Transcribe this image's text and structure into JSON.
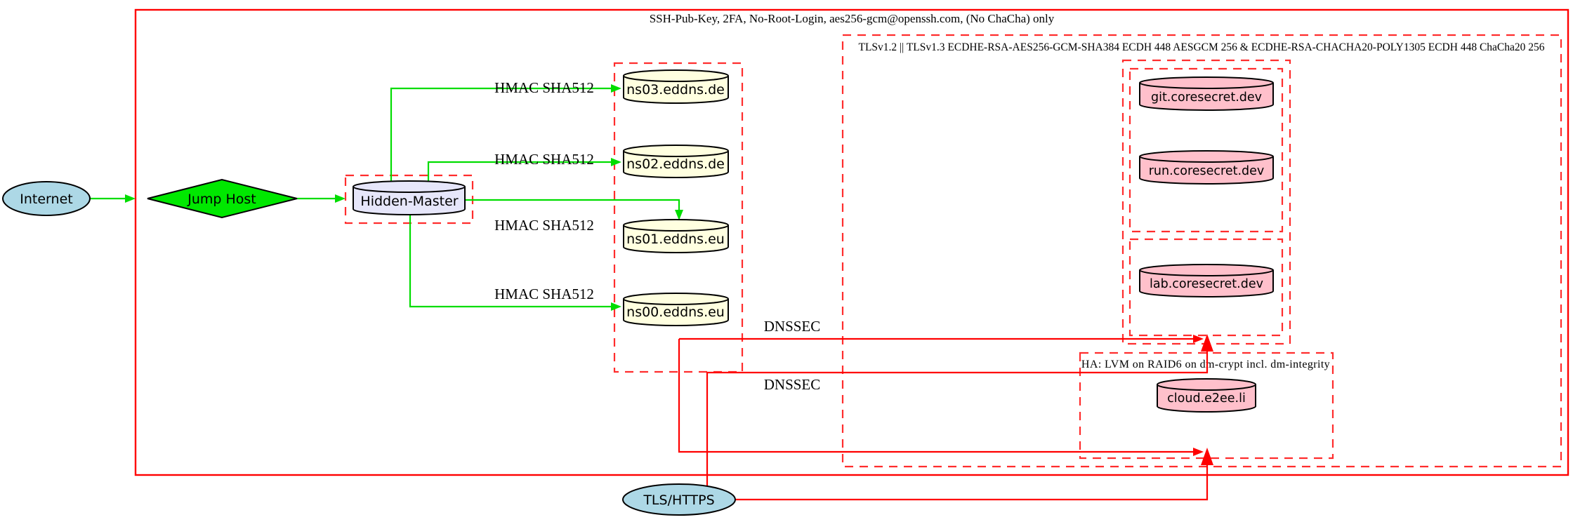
{
  "diagram": {
    "outer_box_label": "SSH-Pub-Key, 2FA, No-Root-Login, aes256-gcm@openssh.com, (No ChaCha) only",
    "clusters": {
      "tls": {
        "label": "TLSv1.2 || TLSv1.3 ECDHE-RSA-AES256-GCM-SHA384 ECDH 448 AESGCM 256 & ECDHE-RSA-CHACHA20-POLY1305 ECDH 448 ChaCha20 256"
      },
      "ha": {
        "label": "HA: LVM on RAID6 on dm-crypt incl. dm-integrity"
      }
    },
    "nodes": {
      "internet": {
        "label": "Internet",
        "shape": "ellipse"
      },
      "jump_host": {
        "label": "Jump Host",
        "shape": "diamond"
      },
      "hidden_master": {
        "label": "Hidden-Master",
        "shape": "cylinder"
      },
      "ns03": {
        "label": "ns03.eddns.de",
        "shape": "cylinder"
      },
      "ns02": {
        "label": "ns02.eddns.de",
        "shape": "cylinder"
      },
      "ns01": {
        "label": "ns01.eddns.eu",
        "shape": "cylinder"
      },
      "ns00": {
        "label": "ns00.eddns.eu",
        "shape": "cylinder"
      },
      "git": {
        "label": "git.coresecret.dev",
        "shape": "cylinder"
      },
      "run": {
        "label": "run.coresecret.dev",
        "shape": "cylinder"
      },
      "lab": {
        "label": "lab.coresecret.dev",
        "shape": "cylinder"
      },
      "cloud": {
        "label": "cloud.e2ee.li",
        "shape": "cylinder"
      },
      "tls_https": {
        "label": "TLS/HTTPS",
        "shape": "ellipse"
      }
    },
    "edge_labels": {
      "hmac": "HMAC SHA512",
      "dnssec": "DNSSEC"
    },
    "edges": [
      {
        "from": "Internet",
        "to": "Jump Host",
        "color": "green"
      },
      {
        "from": "Jump Host",
        "to": "Hidden-Master",
        "color": "green"
      },
      {
        "from": "Hidden-Master",
        "to": "ns03.eddns.de",
        "label": "HMAC SHA512",
        "color": "green"
      },
      {
        "from": "Hidden-Master",
        "to": "ns02.eddns.de",
        "label": "HMAC SHA512",
        "color": "green"
      },
      {
        "from": "Hidden-Master",
        "to": "ns01.eddns.eu",
        "label": "HMAC SHA512",
        "color": "green"
      },
      {
        "from": "Hidden-Master",
        "to": "ns00.eddns.eu",
        "label": "HMAC SHA512",
        "color": "green"
      },
      {
        "from": "nameserver-cluster",
        "to": "coresecret-cluster",
        "label": "DNSSEC",
        "color": "red"
      },
      {
        "from": "nameserver-cluster",
        "to": "ha-cluster",
        "label": "DNSSEC",
        "color": "red"
      },
      {
        "from": "TLS/HTTPS",
        "to": "coresecret-cluster",
        "color": "red"
      },
      {
        "from": "TLS/HTTPS",
        "to": "ha-cluster",
        "color": "red"
      }
    ],
    "colors": {
      "node_fill_blue": "#add8e6",
      "node_fill_green": "#00e800",
      "node_fill_lavender": "#e6e6fa",
      "node_fill_yellow": "#ffffe0",
      "node_fill_pink": "#ffc0cb",
      "edge_green": "#00dd00",
      "edge_red": "#ff0000",
      "cluster_red": "#ff2d2d",
      "outline": "#000000"
    }
  }
}
